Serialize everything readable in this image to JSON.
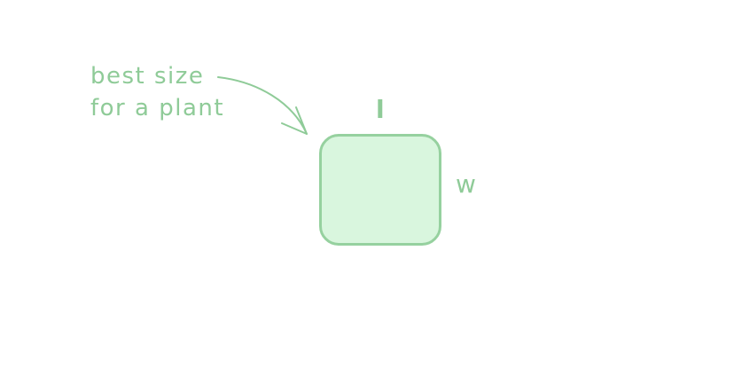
{
  "annotation": {
    "line1": "best size",
    "line2": "for a plant"
  },
  "shape": {
    "fill_color": "#d9f6de",
    "stroke_color": "#96d19f"
  },
  "dimensions": {
    "length_label": "l",
    "width_label": "w"
  },
  "colors": {
    "text": "#8fcb98",
    "arrow": "#8fcb98"
  },
  "icons": {
    "pointer": "curved-arrow-icon"
  }
}
